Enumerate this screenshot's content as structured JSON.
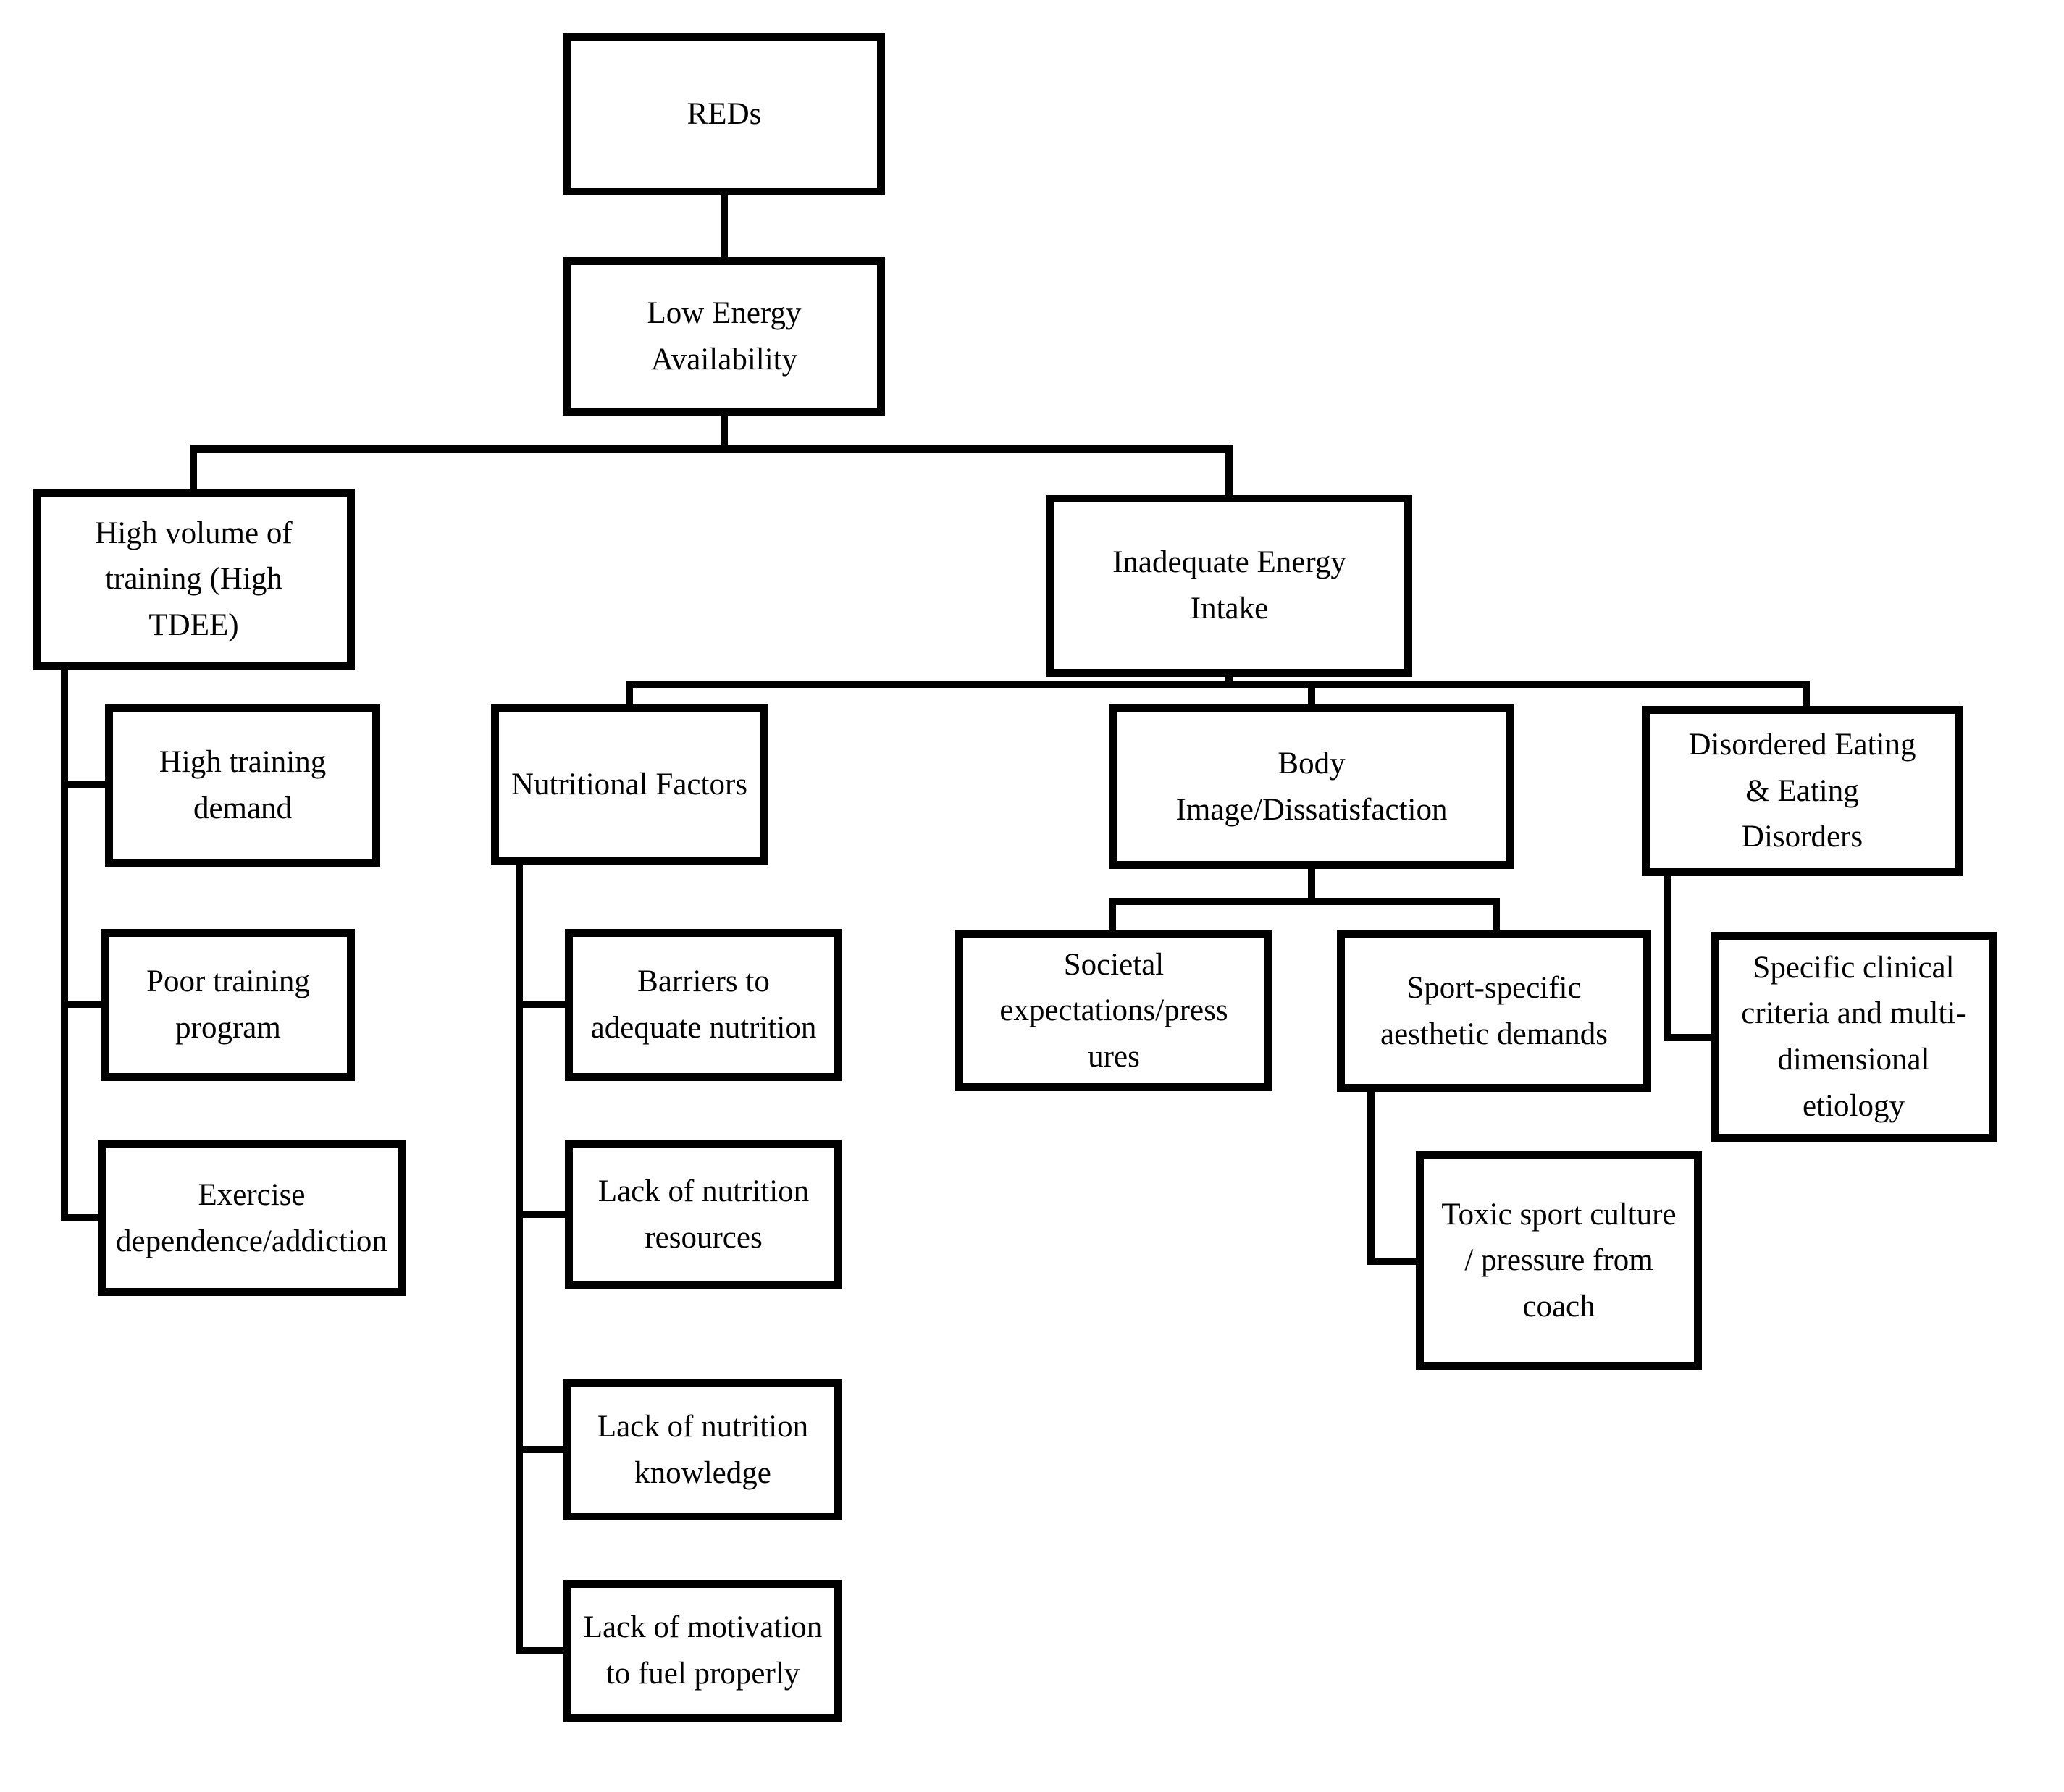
{
  "figure": {
    "type": "flowchart",
    "background_color": "#ffffff",
    "line_color": "#000000",
    "text_color": "#000000"
  },
  "nodes": {
    "reds": {
      "label": "REDs"
    },
    "low_energy": {
      "label": "Low Energy\nAvailability"
    },
    "high_volume": {
      "label": "High volume of\ntraining (High\nTDEE)"
    },
    "inadequate": {
      "label": "Inadequate Energy\nIntake"
    },
    "high_training": {
      "label": "High training\ndemand"
    },
    "poor_training": {
      "label": "Poor training\nprogram"
    },
    "exercise_dep": {
      "label": "Exercise\ndependence/addiction"
    },
    "nutritional": {
      "label": "Nutritional Factors"
    },
    "barriers": {
      "label": "Barriers to\nadequate nutrition"
    },
    "lack_resources": {
      "label": "Lack of nutrition\nresources"
    },
    "lack_knowledge": {
      "label": "Lack of nutrition\nknowledge"
    },
    "lack_motivation": {
      "label": "Lack of motivation\nto fuel properly"
    },
    "body_image": {
      "label": "Body\nImage/Dissatisfaction"
    },
    "societal": {
      "label": "Societal\nexpectations/press\nures"
    },
    "sport_specific": {
      "label": "Sport-specific\naesthetic demands"
    },
    "toxic": {
      "label": "Toxic sport culture\n/ pressure from\ncoach"
    },
    "disordered": {
      "label": "Disordered Eating\n& Eating\nDisorders"
    },
    "specific_clinical": {
      "label": "Specific clinical\ncriteria and multi-\ndimensional\netiology"
    }
  },
  "edges": [
    {
      "from": "REDs",
      "to": "Low Energy Availability"
    },
    {
      "from": "Low Energy Availability",
      "to": "High volume of training (High TDEE)"
    },
    {
      "from": "Low Energy Availability",
      "to": "Inadequate Energy Intake"
    },
    {
      "from": "High volume of training (High TDEE)",
      "to": "High training demand"
    },
    {
      "from": "High volume of training (High TDEE)",
      "to": "Poor training program"
    },
    {
      "from": "High volume of training (High TDEE)",
      "to": "Exercise dependence/addiction"
    },
    {
      "from": "Inadequate Energy Intake",
      "to": "Nutritional Factors"
    },
    {
      "from": "Inadequate Energy Intake",
      "to": "Body Image/Dissatisfaction"
    },
    {
      "from": "Inadequate Energy Intake",
      "to": "Disordered Eating & Eating Disorders"
    },
    {
      "from": "Nutritional Factors",
      "to": "Barriers to adequate nutrition"
    },
    {
      "from": "Nutritional Factors",
      "to": "Lack of nutrition resources"
    },
    {
      "from": "Nutritional Factors",
      "to": "Lack of nutrition knowledge"
    },
    {
      "from": "Nutritional Factors",
      "to": "Lack of motivation to fuel properly"
    },
    {
      "from": "Body Image/Dissatisfaction",
      "to": "Societal expectations/pressures"
    },
    {
      "from": "Body Image/Dissatisfaction",
      "to": "Sport-specific aesthetic demands"
    },
    {
      "from": "Sport-specific aesthetic demands",
      "to": "Toxic sport culture / pressure from coach"
    },
    {
      "from": "Disordered Eating & Eating Disorders",
      "to": "Specific clinical criteria and multi-dimensional etiology"
    }
  ]
}
